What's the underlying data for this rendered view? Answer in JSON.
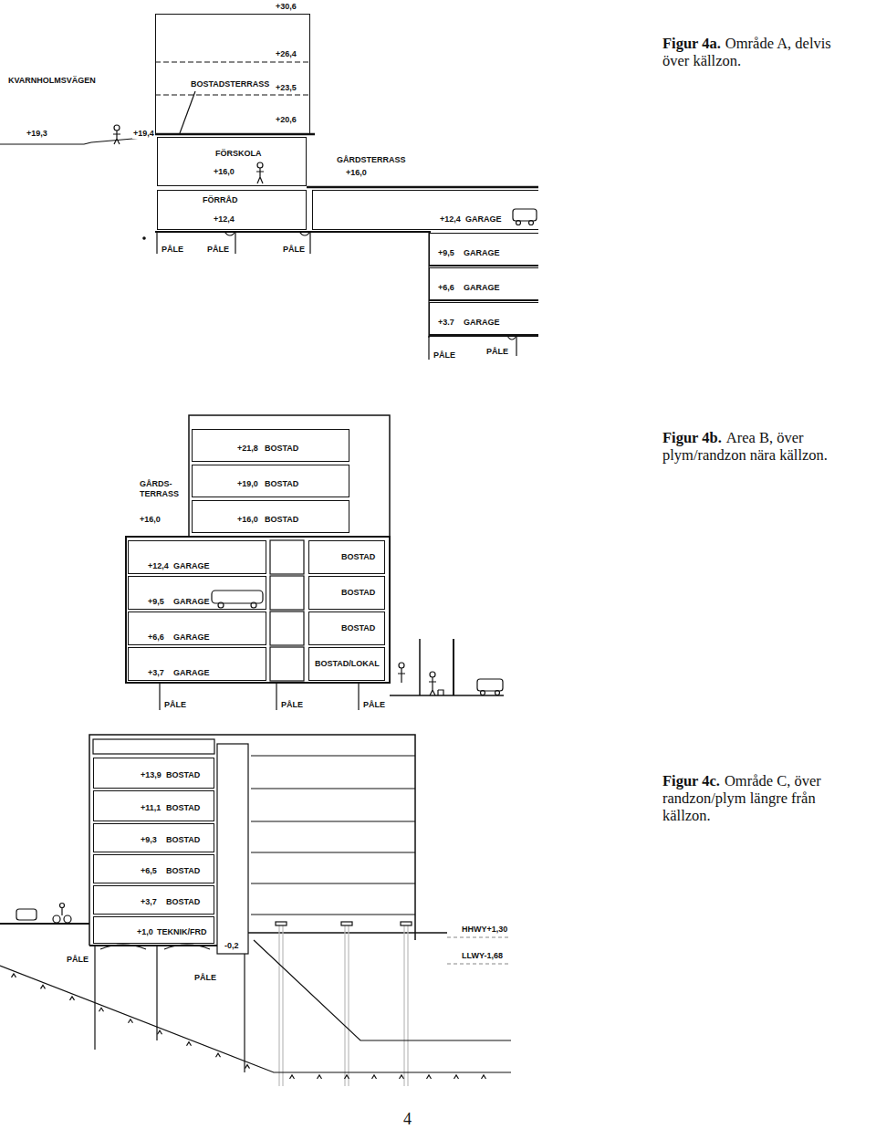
{
  "diagram": {
    "nodes": [
      {
        "text": [
          "+30,6",
          "+26,4",
          "+23,5",
          "+20,6"
        ]
      },
      {
        "text": [
          "FÖRSKOLA",
          "+16,0"
        ]
      },
      {
        "text": [
          "FÖRRÅD",
          "+12,4"
        ]
      },
      {
        "text": [
          "+12,4",
          "GARAGE"
        ]
      },
      {
        "text": [
          "+9,5",
          "GARAGE"
        ]
      },
      {
        "text": [
          "+6,6",
          "GARAGE"
        ]
      },
      {
        "text": [
          "+3.7",
          "GARAGE"
        ]
      },
      {
        "text": [
          "+21,8",
          "BOSTAD"
        ]
      },
      {
        "text": [
          "+19,0",
          "BOSTAD"
        ]
      },
      {
        "text": [
          "+16,0",
          "BOSTAD"
        ]
      },
      {
        "text": [
          "+12,4",
          "GARAGE"
        ]
      },
      {
        "text": [
          "BOSTAD"
        ]
      },
      {
        "text": [
          "+9,5",
          "GARAGE"
        ]
      },
      {
        "text": [
          "BOSTAD"
        ]
      },
      {
        "text": [
          "+6,6",
          "GARAGE"
        ]
      },
      {
        "text": [
          "BOSTAD"
        ]
      },
      {
        "text": [
          "+3,7",
          "GARAGE"
        ]
      },
      {
        "text": [
          "BOSTAD/LOKAL"
        ]
      },
      {
        "text": [
          "+13,9",
          "BOSTAD"
        ]
      },
      {
        "text": [
          "+11,1",
          "BOSTAD"
        ]
      },
      {
        "text": [
          "+9,3",
          "BOSTAD"
        ]
      },
      {
        "text": [
          "+6,5",
          "BOSTAD"
        ]
      },
      {
        "text": [
          "+3,7",
          "BOSTAD"
        ]
      },
      {
        "text": [
          "+1,0",
          "TEKNIK/FRD"
        ]
      }
    ],
    "labels": [
      "KVARNHOLMSVÄGEN",
      "BOSTADSTERRASS",
      "+19,3",
      "+19,4",
      "Figur 4a.",
      "Område A, delvis över källzon.",
      "GÅRDSTERRASS",
      "+16,0",
      "PÅLE",
      "PÅLE",
      "PÅLE",
      "PÅLE",
      "PÅLE",
      "Figur 4b.",
      "Area B, över plym/randzon nära källzon.",
      "GÅRDS- TERRASS",
      "+16,0",
      "PÅLE",
      "PÅLE",
      "PÅLE",
      "Figur 4c.",
      "Område C, över randzon/plym längre från källzon.",
      "HHWY+1,30",
      "-0,2",
      "LLWY-1,68",
      "PÅLE",
      "PÅLE",
      "4"
    ]
  }
}
